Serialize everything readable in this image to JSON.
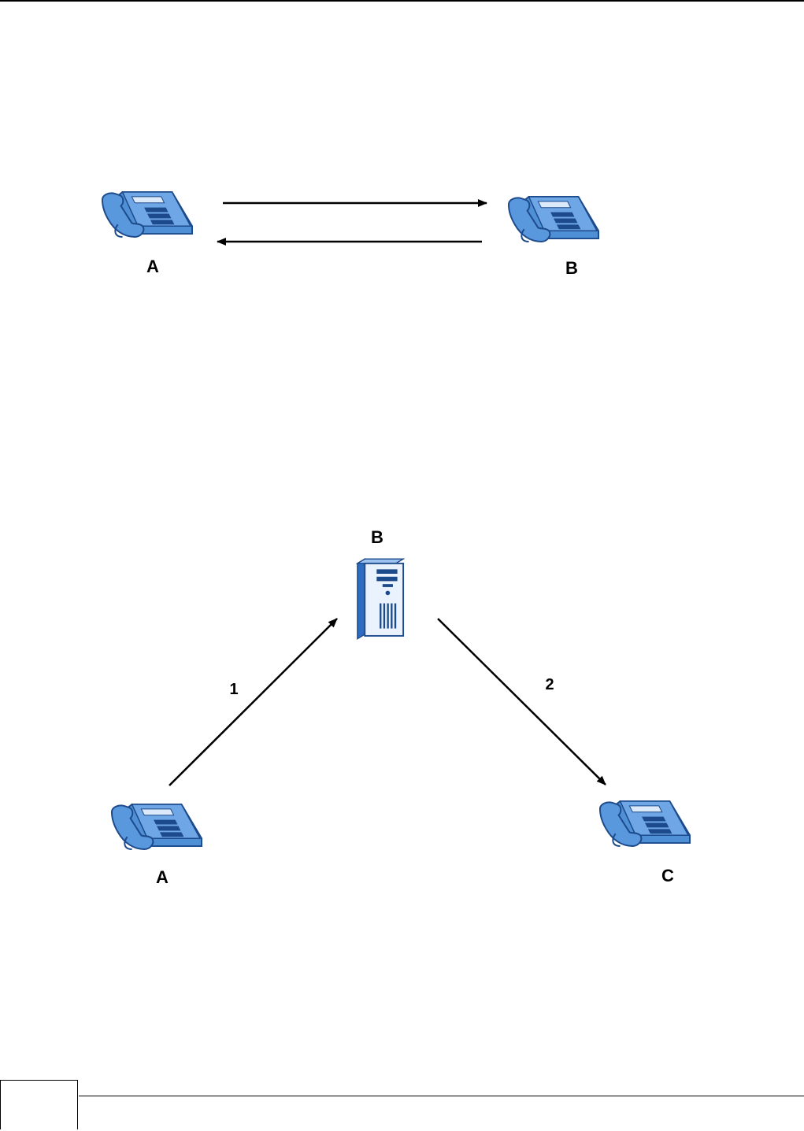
{
  "diagram1": {
    "nodes": [
      {
        "id": "A",
        "label": "A",
        "icon": "phone-icon"
      },
      {
        "id": "B",
        "label": "B",
        "icon": "phone-icon"
      }
    ],
    "links": [
      {
        "from": "A",
        "to": "B"
      },
      {
        "from": "B",
        "to": "A"
      }
    ]
  },
  "diagram2": {
    "nodes": [
      {
        "id": "A",
        "label": "A",
        "icon": "phone-icon"
      },
      {
        "id": "B",
        "label": "B",
        "icon": "server-icon"
      },
      {
        "id": "C",
        "label": "C",
        "icon": "phone-icon"
      }
    ],
    "links": [
      {
        "from": "A",
        "to": "B",
        "label": "1"
      },
      {
        "from": "B",
        "to": "C",
        "label": "2"
      }
    ]
  },
  "colors": {
    "icon_fill": "#4f8fd6",
    "icon_stroke": "#1c4a8a",
    "icon_screen": "#a9c9f0",
    "arrow": "#000000"
  }
}
